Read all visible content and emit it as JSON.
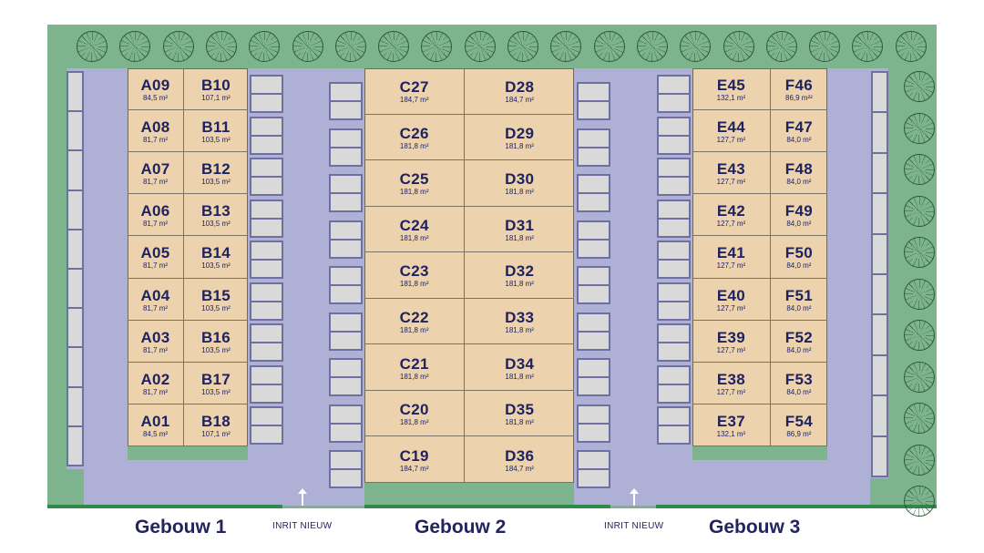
{
  "buildings": [
    {
      "label": "Gebouw 1",
      "columns": [
        [
          {
            "id": "A09",
            "area": "84,5 m²"
          },
          {
            "id": "A08",
            "area": "81,7 m²"
          },
          {
            "id": "A07",
            "area": "81,7 m²"
          },
          {
            "id": "A06",
            "area": "81,7 m²"
          },
          {
            "id": "A05",
            "area": "81,7 m²"
          },
          {
            "id": "A04",
            "area": "81,7 m²"
          },
          {
            "id": "A03",
            "area": "81,7 m²"
          },
          {
            "id": "A02",
            "area": "81,7 m²"
          },
          {
            "id": "A01",
            "area": "84,5 m²"
          }
        ],
        [
          {
            "id": "B10",
            "area": "107,1 m²"
          },
          {
            "id": "B11",
            "area": "103,5 m²"
          },
          {
            "id": "B12",
            "area": "103,5 m²"
          },
          {
            "id": "B13",
            "area": "103,5 m²"
          },
          {
            "id": "B14",
            "area": "103,5 m²"
          },
          {
            "id": "B15",
            "area": "103,5 m²"
          },
          {
            "id": "B16",
            "area": "103,5 m²"
          },
          {
            "id": "B17",
            "area": "103,5 m²"
          },
          {
            "id": "B18",
            "area": "107,1 m²"
          }
        ]
      ]
    },
    {
      "label": "Gebouw 2",
      "columns": [
        [
          {
            "id": "C27",
            "area": "184,7 m²"
          },
          {
            "id": "C26",
            "area": "181,8 m²"
          },
          {
            "id": "C25",
            "area": "181,8 m²"
          },
          {
            "id": "C24",
            "area": "181,8 m²"
          },
          {
            "id": "C23",
            "area": "181,8 m²"
          },
          {
            "id": "C22",
            "area": "181,8 m²"
          },
          {
            "id": "C21",
            "area": "181,8 m²"
          },
          {
            "id": "C20",
            "area": "181,8 m²"
          },
          {
            "id": "C19",
            "area": "184,7 m²"
          }
        ],
        [
          {
            "id": "D28",
            "area": "184,7 m²"
          },
          {
            "id": "D29",
            "area": "181,8 m²"
          },
          {
            "id": "D30",
            "area": "181,8 m²"
          },
          {
            "id": "D31",
            "area": "181,8 m²"
          },
          {
            "id": "D32",
            "area": "181,8 m²"
          },
          {
            "id": "D33",
            "area": "181,8 m²"
          },
          {
            "id": "D34",
            "area": "181,8 m²"
          },
          {
            "id": "D35",
            "area": "181,8 m²"
          },
          {
            "id": "D36",
            "area": "184,7 m²"
          }
        ]
      ]
    },
    {
      "label": "Gebouw 3",
      "columns": [
        [
          {
            "id": "E45",
            "area": "132,1 m²"
          },
          {
            "id": "E44",
            "area": "127,7 m²"
          },
          {
            "id": "E43",
            "area": "127,7 m²"
          },
          {
            "id": "E42",
            "area": "127,7 m²"
          },
          {
            "id": "E41",
            "area": "127,7 m²"
          },
          {
            "id": "E40",
            "area": "127,7 m²"
          },
          {
            "id": "E39",
            "area": "127,7 m²"
          },
          {
            "id": "E38",
            "area": "127,7 m²"
          },
          {
            "id": "E37",
            "area": "132,1 m²"
          }
        ],
        [
          {
            "id": "F46",
            "area": "86,9 m²²"
          },
          {
            "id": "F47",
            "area": "84,0 m²"
          },
          {
            "id": "F48",
            "area": "84,0 m²"
          },
          {
            "id": "F49",
            "area": "84,0 m²"
          },
          {
            "id": "F50",
            "area": "84,0 m²"
          },
          {
            "id": "F51",
            "area": "84,0 m²"
          },
          {
            "id": "F52",
            "area": "84,0 m²"
          },
          {
            "id": "F53",
            "area": "84,0 m²"
          },
          {
            "id": "F54",
            "area": "86,9 m²"
          }
        ]
      ]
    }
  ],
  "entrances": [
    {
      "label": "INRIT NIEUW",
      "icon": "arrow-up-icon"
    },
    {
      "label": "INRIT NIEUW",
      "icon": "arrow-up-icon"
    }
  ],
  "colors": {
    "grass": "#7db38d",
    "road": "#aeb0d6",
    "unit": "#ecd3ae",
    "parking": "#d9d9d9",
    "text": "#1f2260"
  }
}
